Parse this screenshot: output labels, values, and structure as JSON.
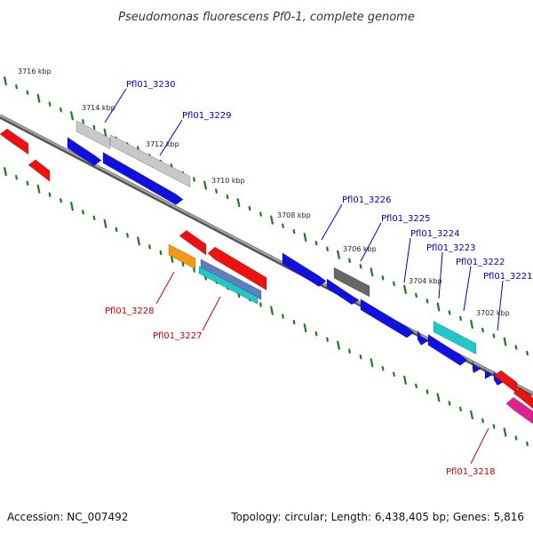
{
  "title": "Pseudomonas fluorescens Pf0-1, complete genome",
  "footer": {
    "accession": "Accession: NC_007492",
    "summary": "Topology: circular; Length: 6,438,405 bp; Genes: 5,816"
  },
  "ticks": [
    {
      "label": "3716 kbp"
    },
    {
      "label": "3714 kbp"
    },
    {
      "label": "3712 kbp"
    },
    {
      "label": "3710 kbp"
    },
    {
      "label": "3708 kbp"
    },
    {
      "label": "3706 kbp"
    },
    {
      "label": "3704 kbp"
    },
    {
      "label": "3702 kbp"
    }
  ],
  "gene_labels": [
    {
      "text": "Pfl01_3230",
      "strand": "forward",
      "color": "#0000cc"
    },
    {
      "text": "Pfl01_3229",
      "strand": "forward",
      "color": "#0000cc"
    },
    {
      "text": "Pfl01_3226",
      "strand": "forward",
      "color": "#0000cc"
    },
    {
      "text": "Pfl01_3225",
      "strand": "forward",
      "color": "#0000cc"
    },
    {
      "text": "Pfl01_3224",
      "strand": "forward",
      "color": "#0000cc"
    },
    {
      "text": "Pfl01_3223",
      "strand": "forward",
      "color": "#0000cc"
    },
    {
      "text": "Pfl01_3222",
      "strand": "forward",
      "color": "#0000cc"
    },
    {
      "text": "Pfl01_3221",
      "strand": "forward",
      "color": "#0000cc"
    },
    {
      "text": "Pfl01_3228",
      "strand": "reverse",
      "color": "#cc0000"
    },
    {
      "text": "Pfl01_3227",
      "strand": "reverse",
      "color": "#cc0000"
    },
    {
      "text": "Pfl01_3218",
      "strand": "reverse",
      "color": "#cc0000"
    }
  ],
  "colors": {
    "backbone": "#8a8a8a",
    "tick": "#1e7a1e",
    "cds": "#1010e0",
    "rev_cds": "#ee1111",
    "grey_feature": "#c8c8c8",
    "dark_grey_feature": "#666666",
    "cyan_feature": "#22c8c8",
    "orange_feature": "#f59a10",
    "pink_feature": "#e0208c"
  }
}
